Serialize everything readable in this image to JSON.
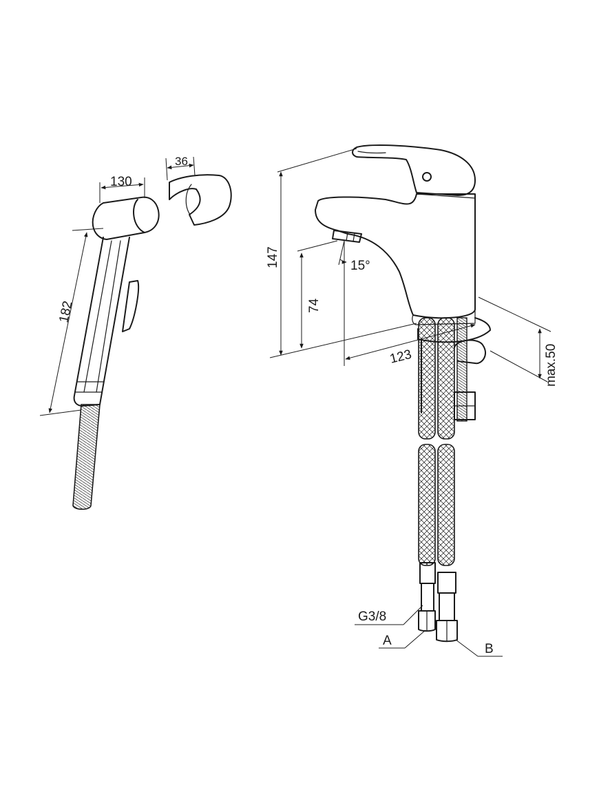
{
  "hand_shower": {
    "width_label": "130",
    "length_label": "182"
  },
  "holder": {
    "width_label": "36"
  },
  "faucet": {
    "height_label": "147",
    "spout_height_label": "74",
    "spout_angle_label": "15°",
    "reach_label": "123",
    "max_thickness_label": "max.50"
  },
  "hoses": {
    "thread_label": "G3/8",
    "hose_a_label": "A",
    "hose_b_label": "B"
  }
}
